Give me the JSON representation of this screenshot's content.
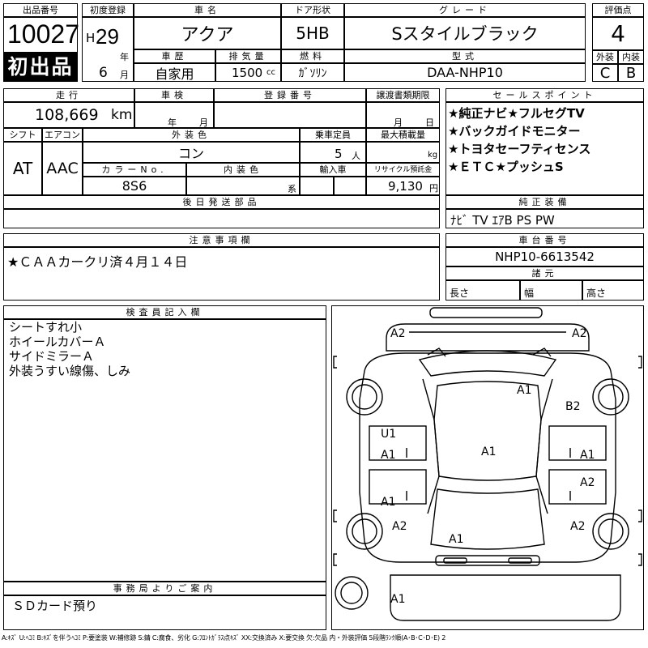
{
  "top": {
    "lot_number_label": "出品番号",
    "lot_number": "10027",
    "first_listing": "初出品",
    "first_reg_label": "初度登録",
    "era": "H",
    "year": "29",
    "year_unit": "年",
    "month": "6",
    "month_unit": "月",
    "car_name_label": "車名",
    "car_name": "アクア",
    "door_label": "ドア形状",
    "door": "5HB",
    "grade_label": "グレード",
    "grade": "Sスタイルブラック",
    "score_label": "評価点",
    "score": "4",
    "history_label": "車歴",
    "history": "自家用",
    "displacement_label": "排気量",
    "displacement": "1500",
    "displacement_unit": "cc",
    "fuel_label": "燃料",
    "fuel": "ｶﾞｿﾘﾝ",
    "model_label": "型式",
    "model": "DAA-NHP10",
    "exterior_label": "外装",
    "exterior": "C",
    "interior_label": "内装",
    "interior": "B"
  },
  "mid": {
    "mileage_label": "走行",
    "mileage": "108,669",
    "mileage_unit": "km",
    "inspection_label": "車検",
    "inspection_year_unit": "年",
    "inspection_month_unit": "月",
    "reg_no_label": "登録番号",
    "transfer_label": "譲渡書類期限",
    "transfer_month_unit": "月",
    "transfer_day_unit": "日",
    "shift_label": "シフト",
    "shift": "AT",
    "ac_label": "エアコン",
    "ac": "AAC",
    "ext_color_label": "外装色",
    "ext_color": "コン",
    "capacity_label": "乗車定員",
    "capacity": "5",
    "capacity_unit": "人",
    "load_label": "最大積載量",
    "load_unit": "kg",
    "color_no_label": "カラーNo.",
    "color_no": "8S6",
    "int_color_label": "内装色",
    "int_color_unit": "系",
    "import_label": "輸入車",
    "recycle_label": "リサイクル預託金",
    "recycle": "9,130",
    "recycle_unit": "円",
    "later_parts_label": "後日発送部品"
  },
  "sales": {
    "label": "セールスポイント",
    "points": [
      "★純正ナビ★フルセグTV",
      "★バックガイドモニター",
      "★トヨタセーフティセンス",
      "★ＥＴＣ★プッシュS"
    ]
  },
  "equipment": {
    "label": "純正装備",
    "value": "ﾅﾋﾞ TV ｴｱB PS PW"
  },
  "notes": {
    "label": "注意事項欄",
    "text": "★ＣＡＡカークリ済４月１４日"
  },
  "chassis": {
    "label": "車台番号",
    "value": "NHP10-6613542",
    "dims_label": "諸元",
    "length_label": "長さ",
    "width_label": "幅",
    "height_label": "高さ"
  },
  "inspector": {
    "label": "検査員記入欄",
    "lines": [
      "シートすれ小",
      "ホイールカバーＡ",
      "サイドミラーＡ",
      "外装うすい線傷、しみ"
    ]
  },
  "office": {
    "label": "事務局よりご案内",
    "text": "ＳＤカード預り"
  },
  "diagram": {
    "marks": [
      "A2",
      "A2",
      "A1",
      "B2",
      "U1",
      "A1",
      "A1",
      "A1",
      "A1",
      "A2",
      "A2",
      "A2",
      "A1",
      "A1"
    ]
  },
  "legend": "A:ｷｽﾞ U:ﾍｺﾐ B:ｷｽﾞを伴うﾍｺﾐ P:要塗装 W:補修跡 S:錆 C:腐食、劣化 G:ﾌﾛﾝﾄｶﾞﾗｽ点ｷｽﾞ XX:交換済み X:要交換 欠:欠品 内・外装評価 5段階ﾗﾝｸ順(A･B･C･D･E) 2"
}
